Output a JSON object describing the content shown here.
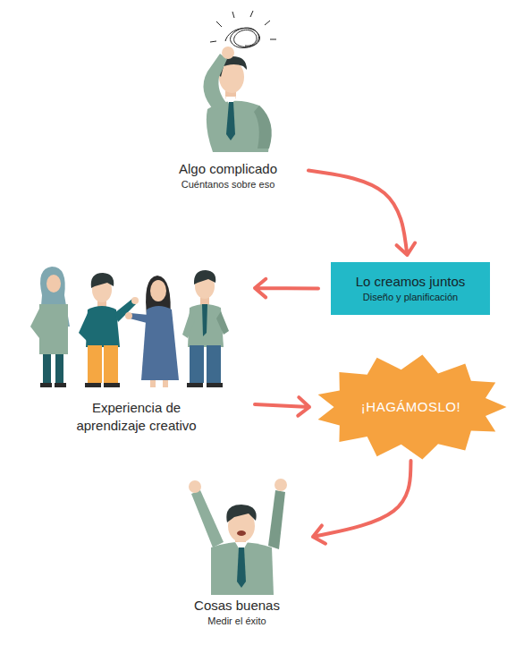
{
  "diagram": {
    "nodes": [
      {
        "text": [
          "Algo complicado",
          "Cuéntanos sobre eso"
        ]
      },
      {
        "text": [
          "Lo creamos juntos",
          "Diseño y planificación"
        ]
      },
      {
        "text": [
          "Experiencia de aprendizaje creativo"
        ]
      },
      {
        "text": [
          "¡HAGÁMOSLO!"
        ]
      },
      {
        "text": [
          "Cosas buenas",
          "Medir el éxito"
        ]
      }
    ],
    "edges": [
      {
        "from": 0,
        "to": 1,
        "arrow": "to"
      },
      {
        "from": 1,
        "to": 2,
        "arrow": "to"
      },
      {
        "from": 2,
        "to": 3,
        "arrow": "to"
      },
      {
        "from": 3,
        "to": 4,
        "arrow": "to"
      }
    ]
  }
}
